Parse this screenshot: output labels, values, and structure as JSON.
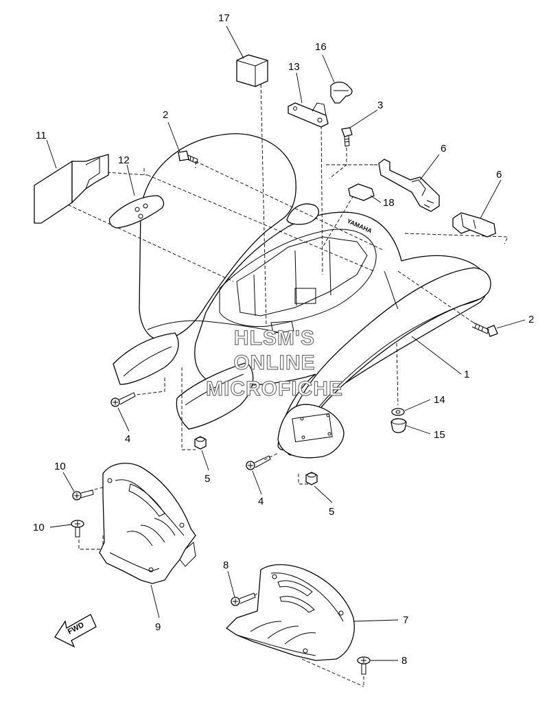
{
  "callouts": [
    {
      "id": "c17",
      "label": "17"
    },
    {
      "id": "c16",
      "label": "16"
    },
    {
      "id": "c13",
      "label": "13"
    },
    {
      "id": "c3",
      "label": "3"
    },
    {
      "id": "c2a",
      "label": "2"
    },
    {
      "id": "c2b",
      "label": "2"
    },
    {
      "id": "c11",
      "label": "11"
    },
    {
      "id": "c12",
      "label": "12"
    },
    {
      "id": "c6a",
      "label": "6"
    },
    {
      "id": "c6b",
      "label": "6"
    },
    {
      "id": "c18",
      "label": "18"
    },
    {
      "id": "c1",
      "label": "1"
    },
    {
      "id": "c14",
      "label": "14"
    },
    {
      "id": "c15",
      "label": "15"
    },
    {
      "id": "c4a",
      "label": "4"
    },
    {
      "id": "c4b",
      "label": "4"
    },
    {
      "id": "c5a",
      "label": "5"
    },
    {
      "id": "c5b",
      "label": "5"
    },
    {
      "id": "c10a",
      "label": "10"
    },
    {
      "id": "c10b",
      "label": "10"
    },
    {
      "id": "c9",
      "label": "9"
    },
    {
      "id": "c8a",
      "label": "8"
    },
    {
      "id": "c8b",
      "label": "8"
    },
    {
      "id": "c7",
      "label": "7"
    }
  ],
  "watermark": [
    "HLSM'S",
    "ONLINE",
    "MICROFICHE"
  ],
  "fender_brand": "YAMAHA",
  "direction_label": "FWD"
}
